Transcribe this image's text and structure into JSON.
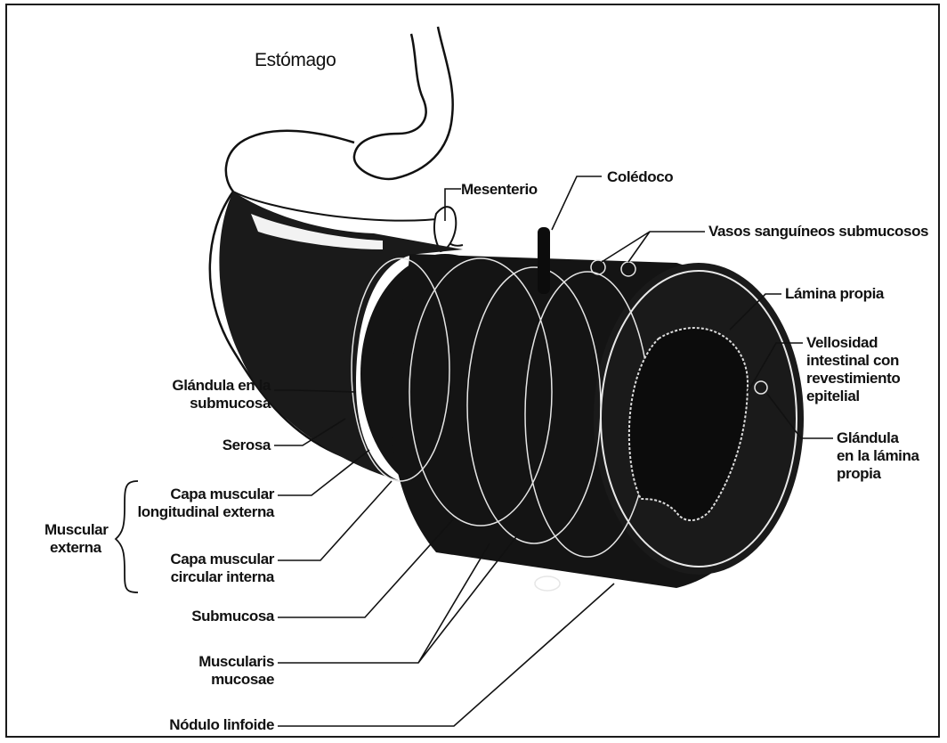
{
  "title": "Estómago",
  "labels": {
    "mesenterio": "Mesenterio",
    "coledoco": "Colédoco",
    "vasos": "Vasos sanguíneos submucosos",
    "lamina_propia": "Lámina propia",
    "vellosidad": [
      "Vellosidad",
      "intestinal con",
      "revestimiento",
      "epitelial"
    ],
    "glandula_lamina": [
      "Glándula",
      "en la lámina",
      "propia"
    ],
    "glandula_submucosa": [
      "Glándula en la",
      "submucosa"
    ],
    "serosa": "Serosa",
    "muscular_externa": [
      "Muscular",
      "externa"
    ],
    "capa_longitudinal": [
      "Capa muscular",
      "longitudinal externa"
    ],
    "capa_circular": [
      "Capa muscular",
      "circular interna"
    ],
    "submucosa": "Submucosa",
    "muscularis_mucosae": [
      "Muscularis",
      "mucosae"
    ],
    "nodulo": "Nódulo linfoide"
  }
}
